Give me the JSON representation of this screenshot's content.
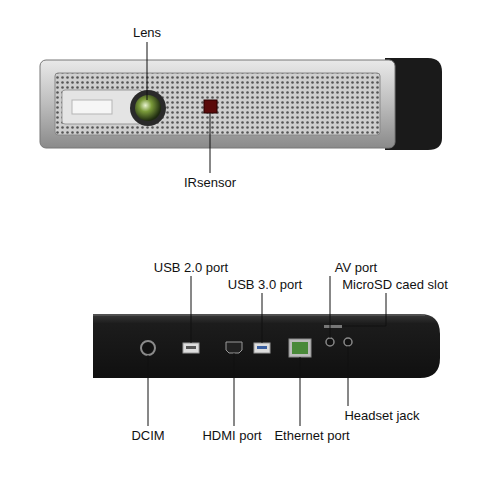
{
  "diagram": {
    "labels": [
      "Lens",
      "IRsensor",
      "USB 2.0 port",
      "USB 3.0 port",
      "AV port",
      "MicroSD caed slot",
      "Headset jack",
      "DCIM",
      "HDMI port",
      "Ethernet port"
    ]
  }
}
